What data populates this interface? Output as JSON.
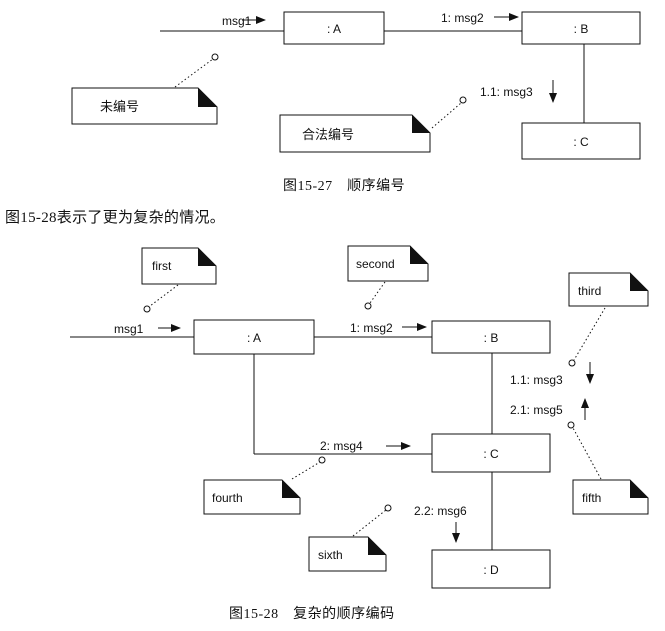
{
  "figure1": {
    "objects": {
      "A": ": A",
      "B": ": B",
      "C": ": C"
    },
    "messages": {
      "m1": "msg1",
      "m2": "1: msg2",
      "m3": "1.1: msg3"
    },
    "notes": {
      "n1": "未编号",
      "n2": "合法编号"
    },
    "caption": "图15-27　顺序编号"
  },
  "paragraph": "图15-28表示了更为复杂的情况。",
  "figure2": {
    "objects": {
      "A": ": A",
      "B": ": B",
      "C": ": C",
      "D": ": D"
    },
    "messages": {
      "m1": "msg1",
      "m2": "1: msg2",
      "m3": "1.1: msg3",
      "m4": "2: msg4",
      "m5": "2.1: msg5",
      "m6": "2.2: msg6"
    },
    "notes": {
      "first": "first",
      "second": "second",
      "third": "third",
      "fourth": "fourth",
      "fifth": "fifth",
      "sixth": "sixth"
    },
    "caption": "图15-28　复杂的顺序编码"
  }
}
